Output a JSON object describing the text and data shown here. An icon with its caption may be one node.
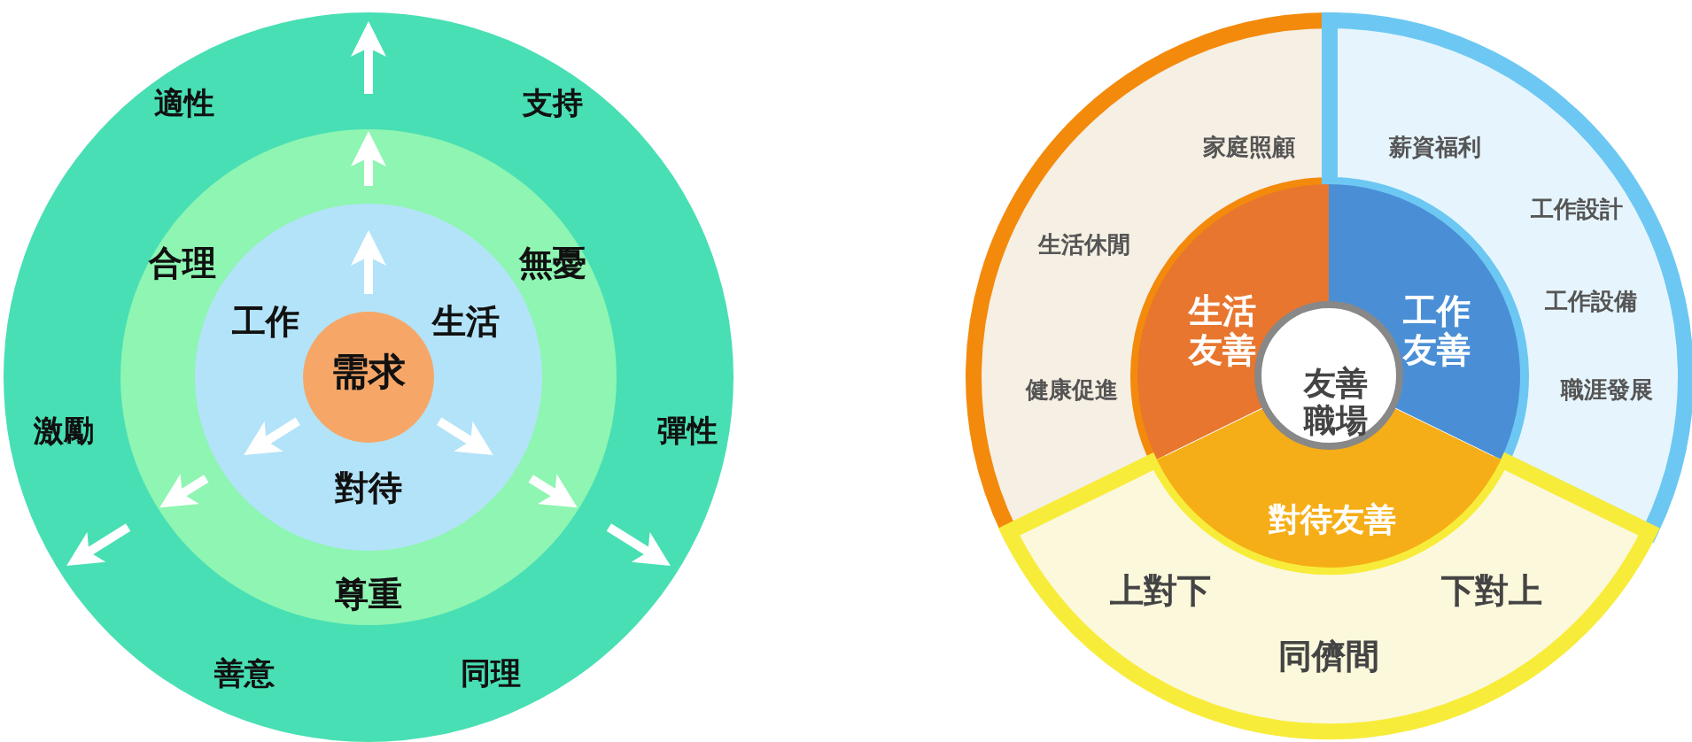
{
  "diagram": {
    "nodes": [
      {
        "text": [
          "適性",
          "支持",
          "激勵",
          "彈性",
          "善意",
          "同理"
        ]
      },
      {
        "text": [
          "合理",
          "無憂",
          "尊重"
        ],
        "in": 0
      },
      {
        "text": [
          "工作",
          "生活",
          "對待"
        ],
        "in": 1
      },
      {
        "text": [
          "需求"
        ],
        "in": 2
      },
      {
        "text": [
          "家庭照顧",
          "生活休閒",
          "健康促進"
        ]
      },
      {
        "text": [
          "薪資福利",
          "工作設計",
          "工作設備",
          "職涯發展"
        ]
      },
      {
        "text": [
          "生活友善"
        ]
      },
      {
        "text": [
          "工作友善"
        ]
      },
      {
        "text": [
          "友善職場"
        ]
      },
      {
        "text": [
          "對待友善"
        ]
      },
      {
        "text": [
          "上對下",
          "下對上",
          "同儕間"
        ]
      }
    ]
  }
}
